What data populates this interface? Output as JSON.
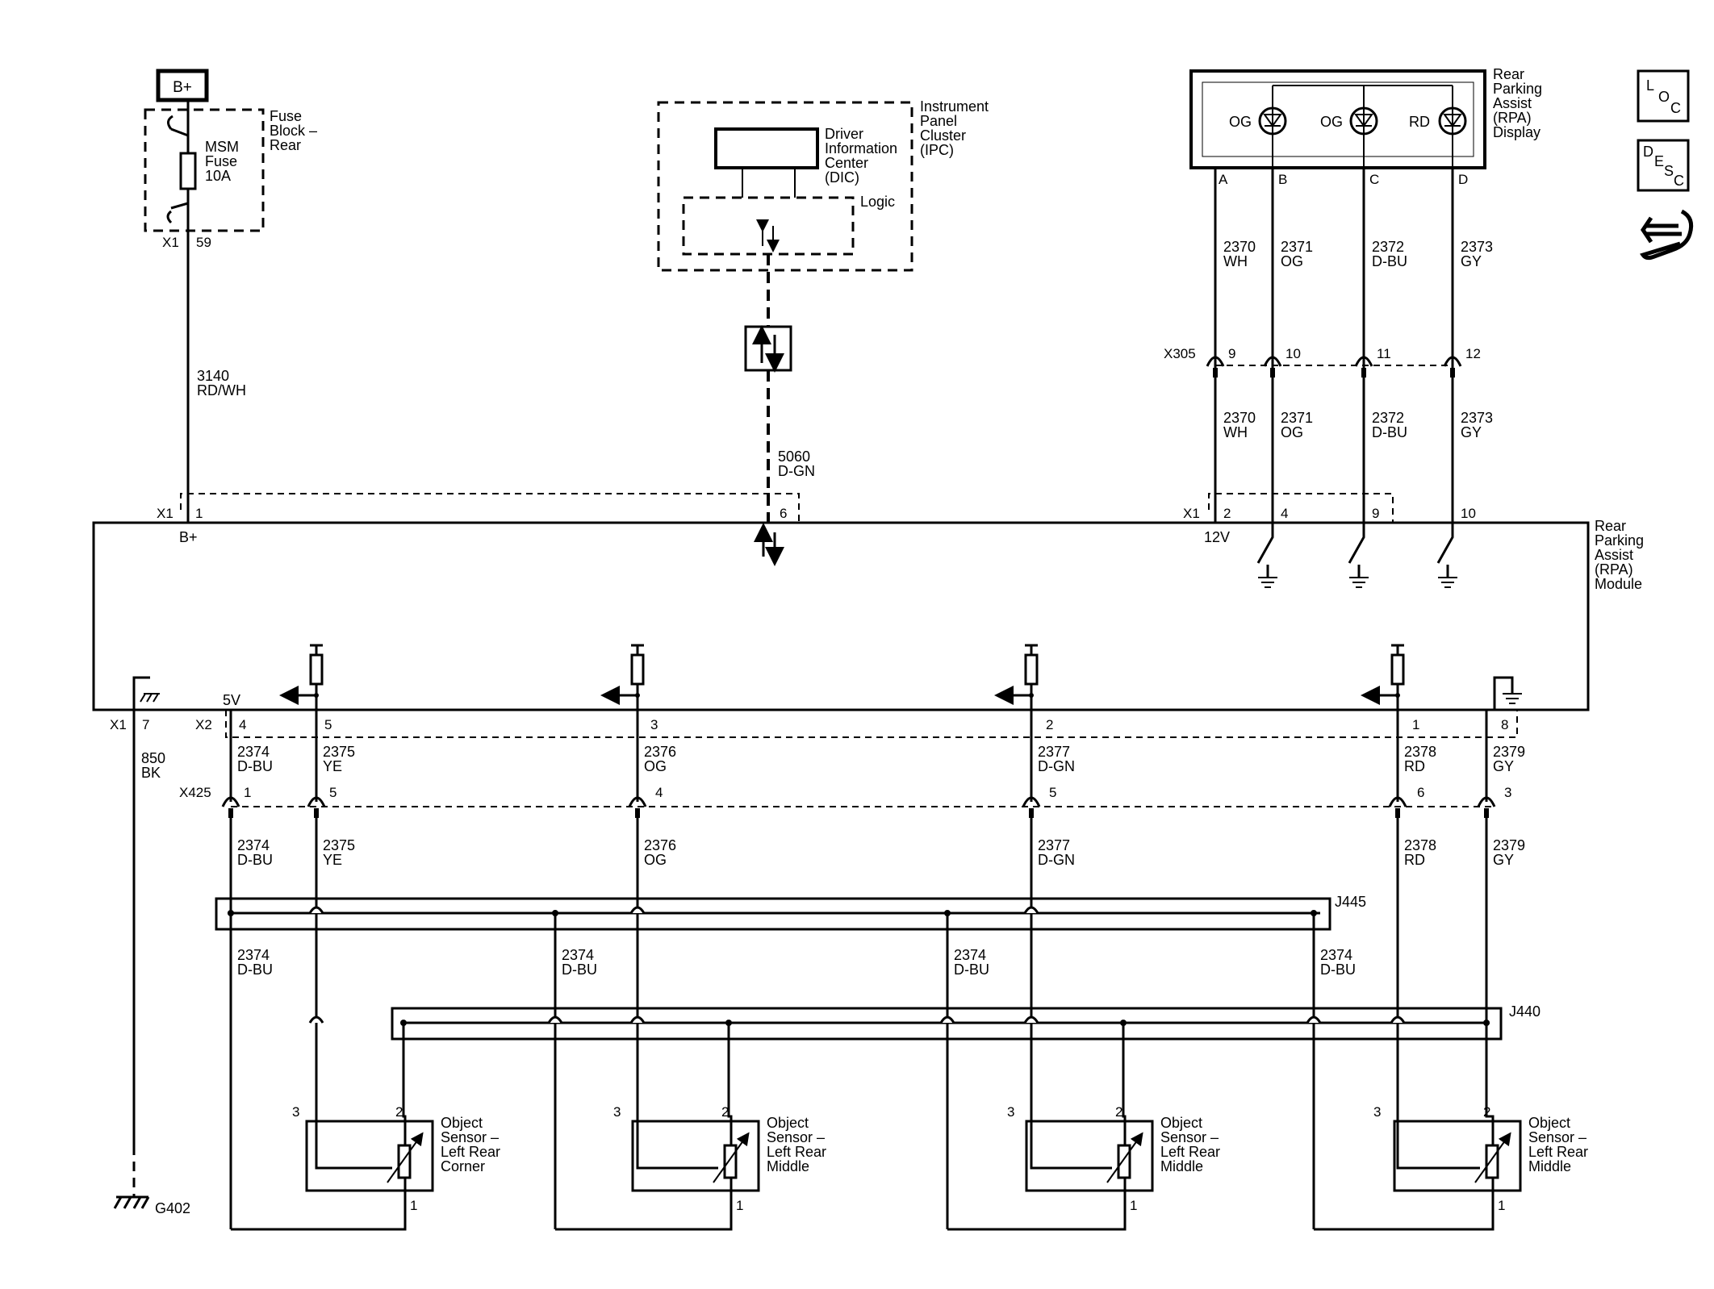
{
  "fuse_block": {
    "supply": "B+",
    "title": [
      "Fuse",
      "Block –",
      "Rear"
    ],
    "fuse": [
      "MSM",
      "Fuse",
      "10A"
    ],
    "connector": "X1",
    "pin": "59"
  },
  "ipc": {
    "title": [
      "Instrument",
      "Panel",
      "Cluster",
      "(IPC)"
    ],
    "dic": [
      "Driver",
      "Information",
      "Center",
      "(DIC)"
    ],
    "logic": "Logic"
  },
  "display": {
    "title": [
      "Rear",
      "Parking",
      "Assist",
      "(RPA)",
      "Display"
    ],
    "leds": [
      "OG",
      "OG",
      "RD"
    ],
    "pins": [
      "A",
      "B",
      "C",
      "D"
    ]
  },
  "indicators": {
    "loc": "LOC",
    "desc": "DESC"
  },
  "wires_top": [
    {
      "circuit": "2370",
      "color": "WH"
    },
    {
      "circuit": "2371",
      "color": "OG"
    },
    {
      "circuit": "2372",
      "color": "D-BU"
    },
    {
      "circuit": "2373",
      "color": "GY"
    }
  ],
  "x305": {
    "name": "X305",
    "pins": [
      "9",
      "10",
      "11",
      "12"
    ]
  },
  "wire_3140": {
    "circuit": "3140",
    "color": "RD/WH"
  },
  "wire_5060": {
    "circuit": "5060",
    "color": "D-GN"
  },
  "module": {
    "title": [
      "Rear",
      "Parking",
      "Assist",
      "(RPA)",
      "Module"
    ],
    "x1_left": "X1",
    "x1_left_pin": "1",
    "bplus": "B+",
    "serial_pin": "6",
    "x1_right": "X1",
    "x1_right_pins": [
      "2",
      "4",
      "9",
      "10"
    ],
    "v12": "12V",
    "v5": "5V",
    "x1_ground": "X1",
    "x1_ground_pin": "7",
    "x2": "X2",
    "x2_pins": [
      "4",
      "5",
      "3",
      "2",
      "1",
      "8"
    ]
  },
  "wire_850": {
    "circuit": "850",
    "color": "BK"
  },
  "wires_x2": [
    {
      "circuit": "2374",
      "color": "D-BU"
    },
    {
      "circuit": "2375",
      "color": "YE"
    },
    {
      "circuit": "2376",
      "color": "OG"
    },
    {
      "circuit": "2377",
      "color": "D-GN"
    },
    {
      "circuit": "2378",
      "color": "RD"
    },
    {
      "circuit": "2379",
      "color": "GY"
    }
  ],
  "x425": {
    "name": "X425",
    "pins": [
      "1",
      "5",
      "4",
      "5",
      "6",
      "3"
    ]
  },
  "splices": {
    "j445": "J445",
    "j440": "J440"
  },
  "branch_wire": {
    "circuit": "2374",
    "color": "D-BU"
  },
  "ground": "G402",
  "sensors": [
    {
      "name": [
        "Object",
        "Sensor –",
        "Left Rear",
        "Corner"
      ],
      "pins": [
        "3",
        "2",
        "1"
      ]
    },
    {
      "name": [
        "Object",
        "Sensor –",
        "Left Rear",
        "Middle"
      ],
      "pins": [
        "3",
        "2",
        "1"
      ]
    },
    {
      "name": [
        "Object",
        "Sensor –",
        "Left Rear",
        "Middle"
      ],
      "pins": [
        "3",
        "2",
        "1"
      ]
    },
    {
      "name": [
        "Object",
        "Sensor –",
        "Left Rear",
        "Middle"
      ],
      "pins": [
        "3",
        "2",
        "1"
      ]
    }
  ]
}
